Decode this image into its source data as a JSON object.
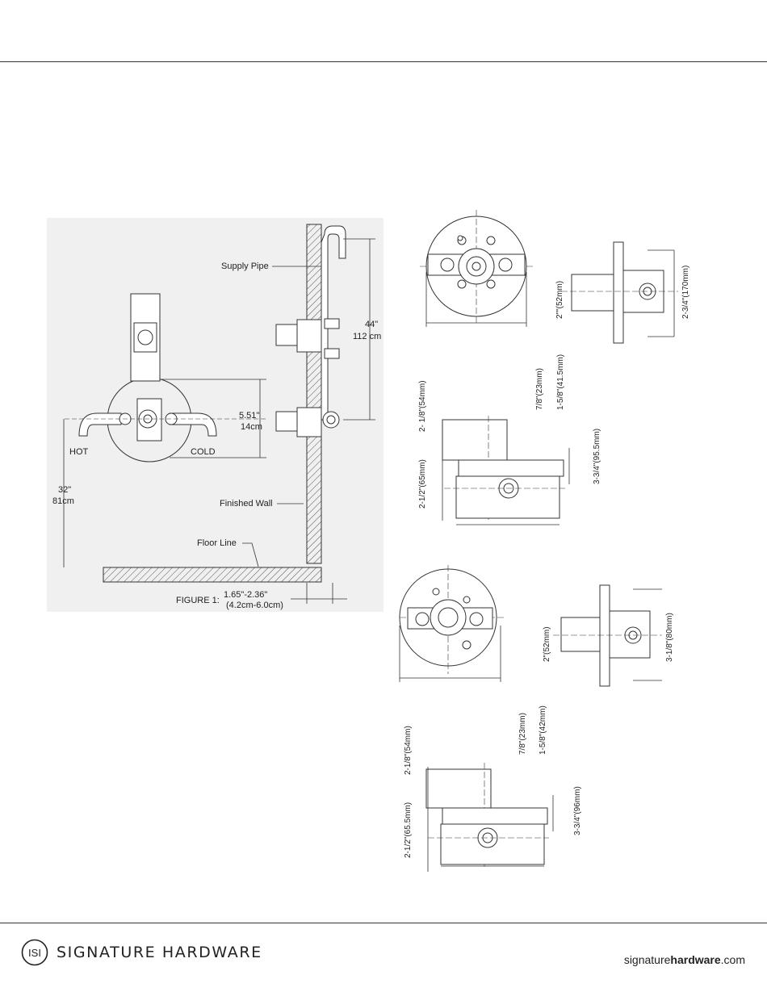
{
  "figure1": {
    "supply_pipe": "Supply Pipe",
    "dim_44_in": "44\"",
    "dim_44_cm": "112 cm",
    "dim_551_in": "5.51\"",
    "dim_551_cm": "14cm",
    "hot": "HOT",
    "cold": "COLD",
    "dim_32_in": "32\"",
    "dim_32_cm": "81cm",
    "finished_wall": "Finished Wall",
    "floor_line": "Floor Line",
    "caption": "FIGURE 1:",
    "wall_in": "1.65\"-2.36\"",
    "wall_cm": "(4.2cm-6.0cm)"
  },
  "valve_a": {
    "side_2in": "2\"\"(52mm)",
    "side_height": "2-3/4\"(170mm)",
    "dim_218": "2- 1/8\"(54mm)",
    "dim_212": "2-1/2\"(65mm)",
    "dim_78": "7/8\"(23mm)",
    "dim_158": "1-5/8\"(41.5mm)",
    "dim_334": "3-3/4\"(95.5mm)"
  },
  "valve_b": {
    "side_2in": "2\"(52mm)",
    "side_height": "3-1/8\"(80mm)",
    "dim_218": "2-1/8\"(54mm)",
    "dim_212": "2-1/2\"(65.5mm)",
    "dim_78": "7/8\"(23mm)",
    "dim_158": "1-5/8\"(42mm)",
    "dim_334": "3-3/4\"(96mm)"
  },
  "footer": {
    "logo_text": "ISI",
    "brand": "SIGNATURE HARDWARE",
    "site_pre": "signature",
    "site_bold": "hardware",
    "site_post": ".com"
  }
}
